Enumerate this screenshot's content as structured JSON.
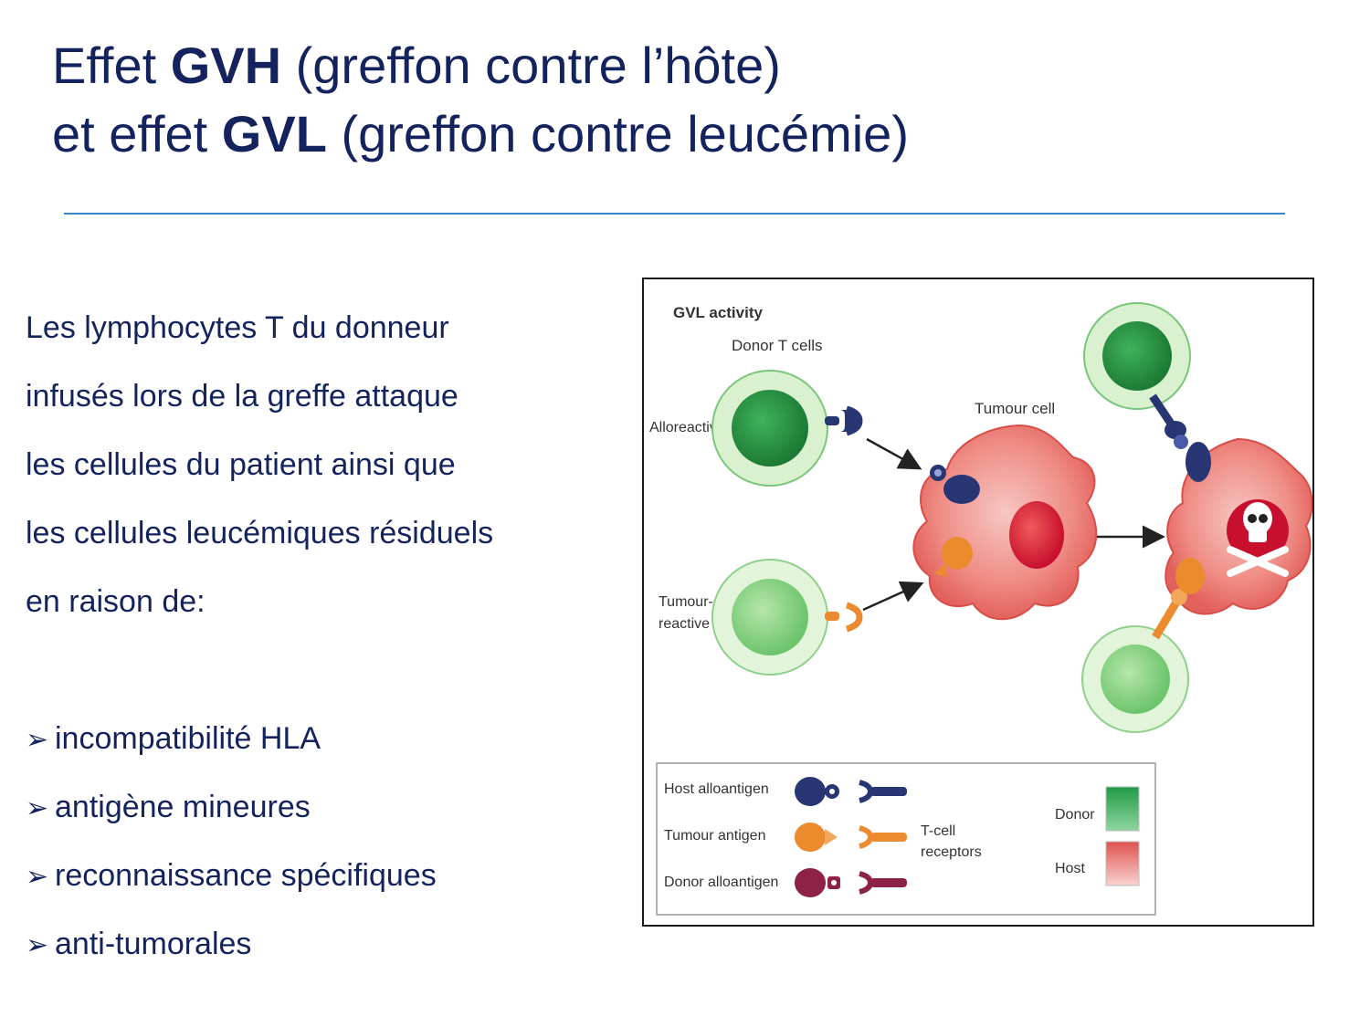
{
  "title": {
    "line1": {
      "pre": "Effet ",
      "bold": "GVH",
      "post": " (greffon contre l’hôte)"
    },
    "line2": {
      "pre": "et effet ",
      "bold": "GVL",
      "post": " (greffon contre leucémie)"
    }
  },
  "body": {
    "paragraph_lines": [
      "Les lymphocytes T du donneur",
      "infusés lors de la greffe attaque",
      "les cellules du patient ainsi que",
      "les cellules leucémiques résiduels",
      "en raison de:"
    ],
    "bullet_marker": "➢",
    "bullets": [
      "incompatibilité HLA",
      "antigène mineures",
      "reconnaissance spécifiques",
      "anti-tumorales"
    ]
  },
  "figure": {
    "heading": "GVL activity",
    "donor_t_cells": "Donor T cells",
    "alloreactive": "Alloreactive",
    "tumour_reactive_1": "Tumour-",
    "tumour_reactive_2": "reactive",
    "tumour_cell": "Tumour cell",
    "legend": {
      "host_alloantigen": "Host alloantigen",
      "tumour_antigen": "Tumour antigen",
      "donor_alloantigen": "Donor alloantigen",
      "tcr_1": "T-cell",
      "tcr_2": "receptors",
      "donor": "Donor",
      "host": "Host"
    },
    "colors": {
      "donor_green": "#2a9a45",
      "host_red": "#e9605c",
      "host_antigen_navy": "#283674",
      "tumour_antigen_orange": "#ec8a2e",
      "donor_antigen_maroon": "#8e2246"
    }
  }
}
